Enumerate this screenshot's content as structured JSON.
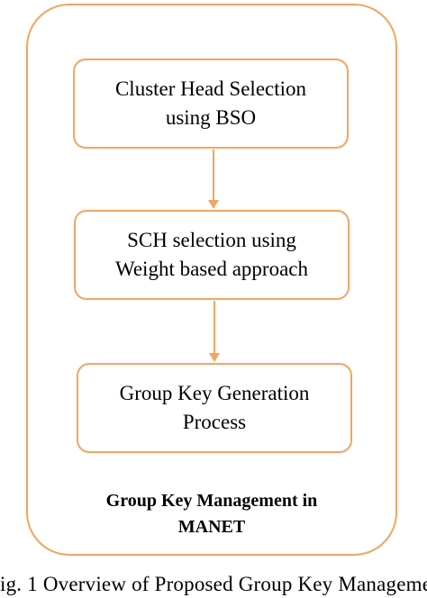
{
  "diagram": {
    "outline_color": "#F4A460",
    "arrow_color": "#F4A460",
    "steps": [
      {
        "line1": "Cluster Head Selection",
        "line2": "using BSO"
      },
      {
        "line1": "SCH selection using",
        "line2": "Weight based approach"
      },
      {
        "line1": "Group Key Generation",
        "line2": "Process"
      }
    ],
    "footer": {
      "line1": "Group Key Management in",
      "line2": "MANET"
    }
  },
  "caption": "ig. 1 Overview of Proposed Group Key Managemen"
}
